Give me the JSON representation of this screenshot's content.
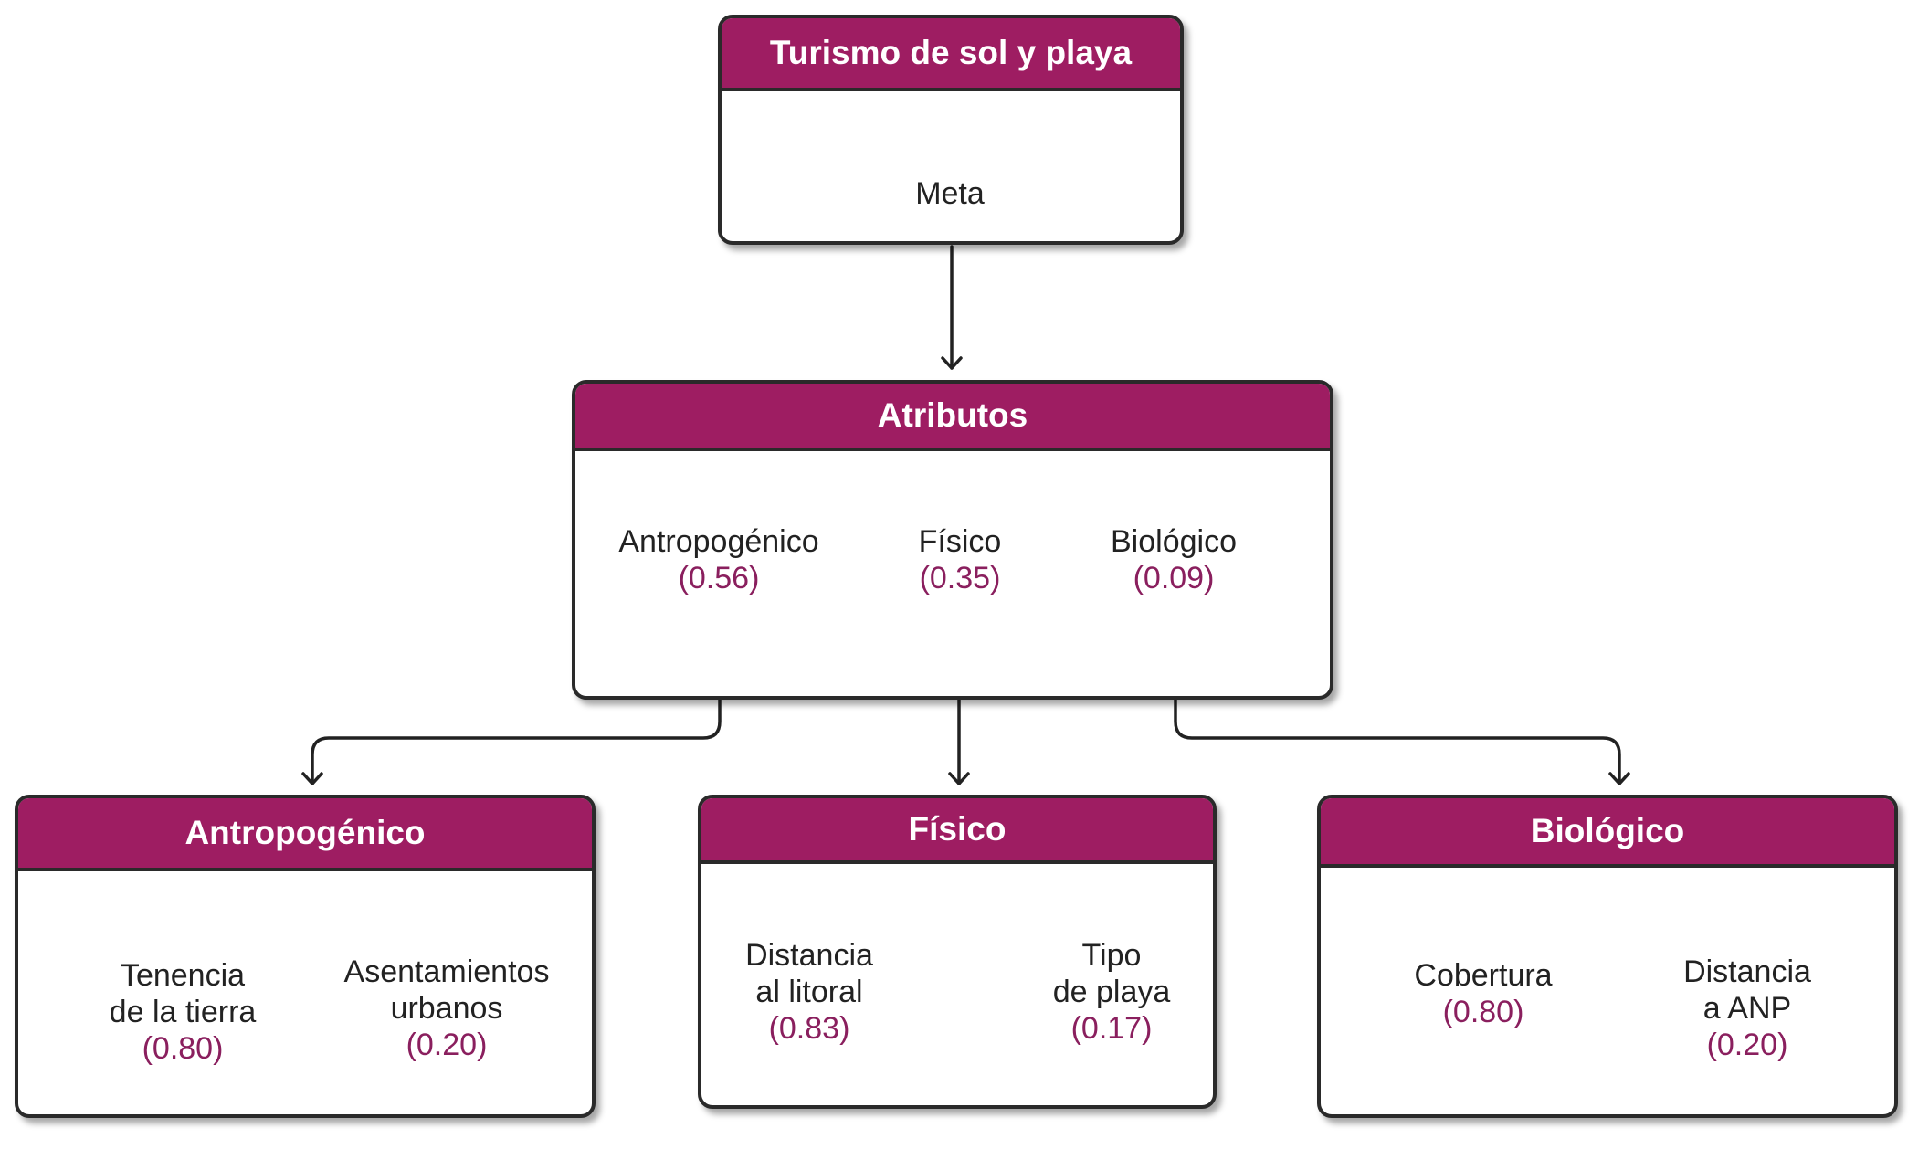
{
  "goal": {
    "title": "Turismo de sol y playa",
    "label": "Meta"
  },
  "attributes": {
    "title": "Atributos",
    "items": [
      {
        "name": "Antropogénico",
        "weight": "(0.56)"
      },
      {
        "name": "Físico",
        "weight": "(0.35)"
      },
      {
        "name": "Biológico",
        "weight": "(0.09)"
      }
    ]
  },
  "groups": [
    {
      "title": "Antropogénico",
      "items": [
        {
          "lines": [
            "Tenencia",
            "de la tierra"
          ],
          "weight": "(0.80)"
        },
        {
          "lines": [
            "Asentamientos",
            "urbanos"
          ],
          "weight": "(0.20)"
        }
      ]
    },
    {
      "title": "Físico",
      "items": [
        {
          "lines": [
            "Distancia",
            "al litoral"
          ],
          "weight": "(0.83)"
        },
        {
          "lines": [
            "Tipo",
            "de playa"
          ],
          "weight": "(0.17)"
        }
      ]
    },
    {
      "title": "Biológico",
      "items": [
        {
          "lines": [
            "Cobertura"
          ],
          "weight": "(0.80)"
        },
        {
          "lines": [
            "Distancia",
            "a ANP"
          ],
          "weight": "(0.20)"
        }
      ]
    }
  ],
  "colors": {
    "header": "#9e1d62",
    "weight_text": "#8a1f5e",
    "border": "#2a2a2a"
  }
}
